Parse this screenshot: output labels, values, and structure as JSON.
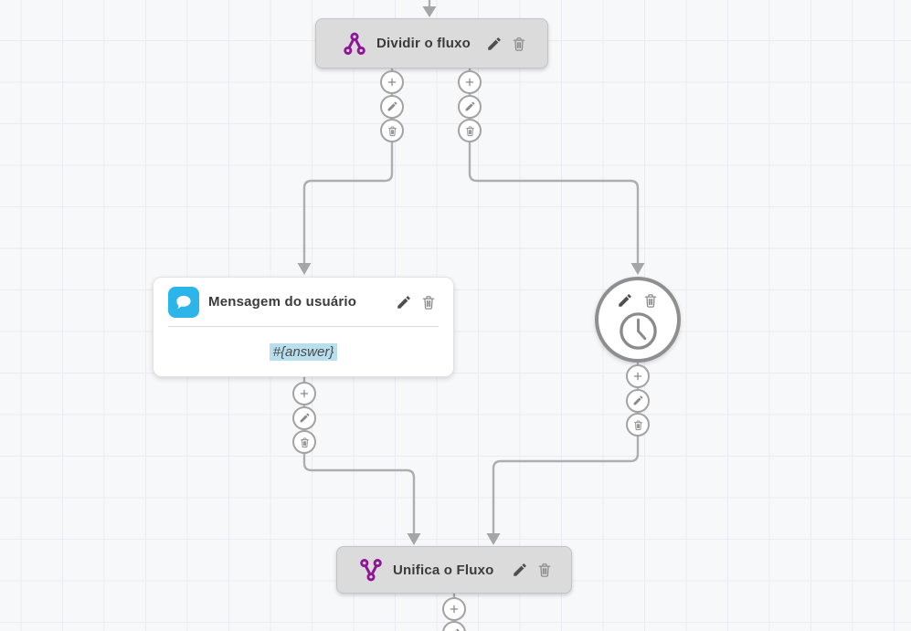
{
  "canvas": {
    "name": "flow-canvas"
  },
  "colors": {
    "canvas_bg": "#f7f8fa",
    "grid_line": "#e9ecf3",
    "node_bg_gray": "#dbdbdb",
    "node_border_gray": "#c4c4c4",
    "node_bg_white": "#ffffff",
    "accent_purple": "#8e1597",
    "accent_blue": "#2cb5e8",
    "highlight_bg": "#b9dfee",
    "connector": "#aeaeae",
    "button_border": "#a3a3a3",
    "icon_dark": "#4f4f4f",
    "icon_gray": "#8d8d8d",
    "title_text": "#3b3b3b",
    "body_text": "#4a4a4a"
  },
  "nodes": {
    "split": {
      "title": "Dividir o fluxo",
      "icon": "split-flow-icon"
    },
    "user_message": {
      "title": "Mensagem do usuário",
      "icon": "chat-bubble-icon",
      "body_variable": "#{answer}"
    },
    "timer": {
      "icon": "clock-icon"
    },
    "merge": {
      "title": "Unifica o Fluxo",
      "icon": "merge-flow-icon"
    }
  },
  "node_actions": {
    "edit": "pencil-icon",
    "delete": "trash-icon"
  },
  "connector_buttons": [
    "plus-icon",
    "pencil-icon",
    "trash-icon"
  ]
}
